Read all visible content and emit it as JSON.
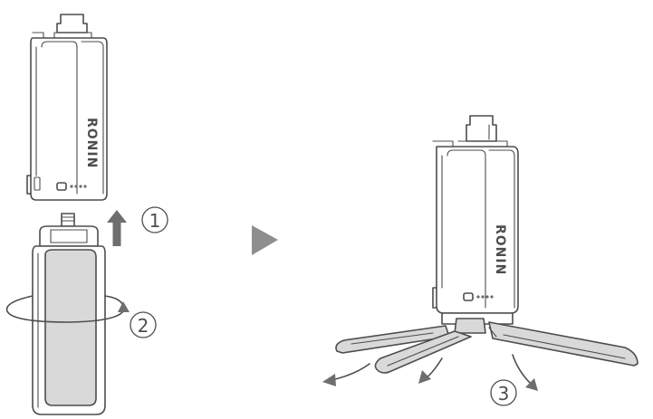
{
  "brand": "RONIN",
  "steps": {
    "one": "1",
    "two": "2",
    "three": "3"
  },
  "colors": {
    "line": "#4d4d4d",
    "grip": "#d9d9d9",
    "arrow": "#6e6e6e",
    "next": "#8e8e8e"
  },
  "icons": [
    "up-arrow-icon",
    "rotate-arrow-icon",
    "next-triangle-icon",
    "unfold-arrow-icon"
  ]
}
